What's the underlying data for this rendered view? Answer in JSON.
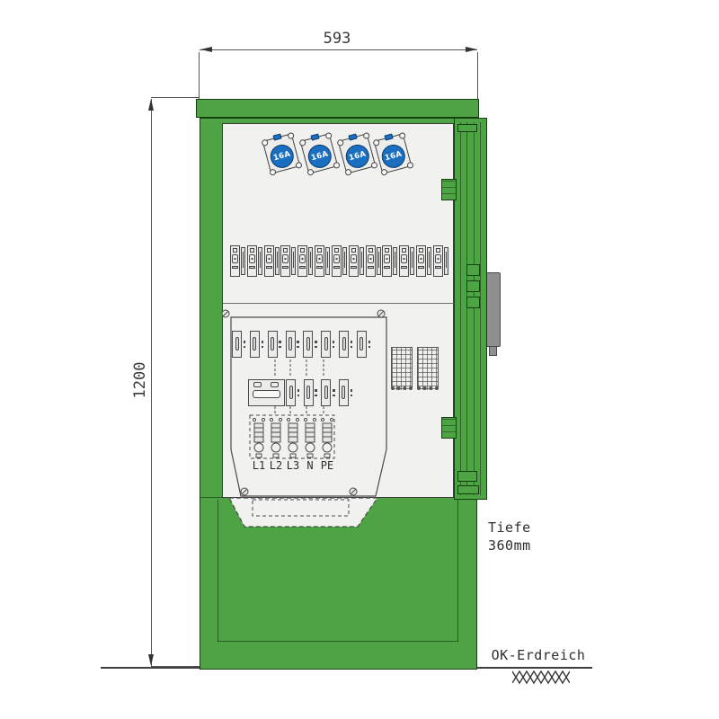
{
  "dimensions": {
    "width_label": "593",
    "height_label": "1200",
    "depth_line1": "Tiefe",
    "depth_line2": "360mm",
    "ground_label": "OK-Erdreich"
  },
  "sockets": [
    {
      "label": "16A"
    },
    {
      "label": "16A"
    },
    {
      "label": "16A"
    },
    {
      "label": "16A"
    }
  ],
  "breakers": {
    "main_row_count": 13,
    "sub_row1_count": 8,
    "sub_row2_count": 4
  },
  "terminals": [
    "L1",
    "L2",
    "L3",
    "N",
    "PE"
  ],
  "colors": {
    "cabinet_green": "#4ea344",
    "outline_dark_green": "#16400f",
    "panel_white": "#f1f1ef",
    "socket_blue": "#1b6fc0",
    "handle_gray": "#8f8f8f",
    "line_gray": "#4a4a4a",
    "text": "#2e2e2e"
  }
}
